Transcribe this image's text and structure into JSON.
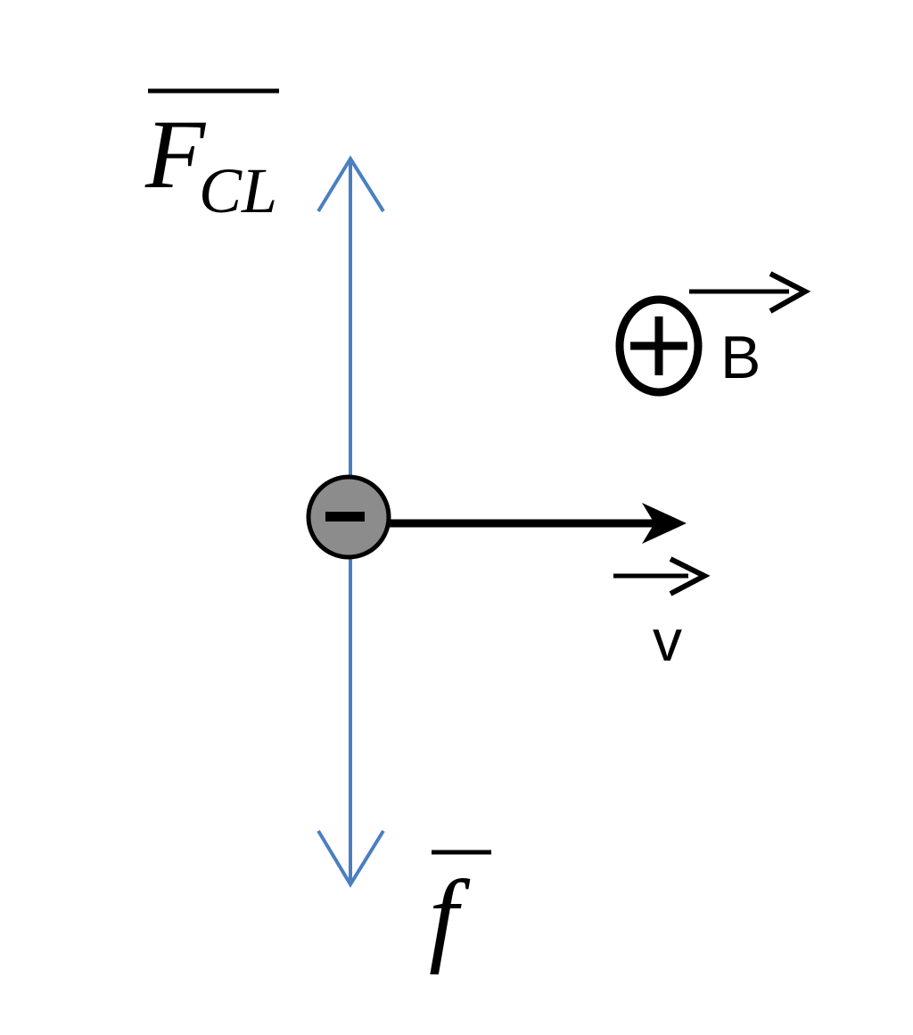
{
  "labels": {
    "lorentz_force_main": "F",
    "lorentz_force_sub": "CL",
    "friction_force": "f",
    "magnetic_field": "B",
    "velocity": "v"
  },
  "symbols": {
    "field_into_page": "circle-plus-icon",
    "negative_charge": "minus-charge-icon"
  },
  "colors": {
    "force_arrows": "#4a7fc1",
    "velocity_arrow": "#000000",
    "charge_fill": "#8c8c8c",
    "ink": "#000000"
  }
}
